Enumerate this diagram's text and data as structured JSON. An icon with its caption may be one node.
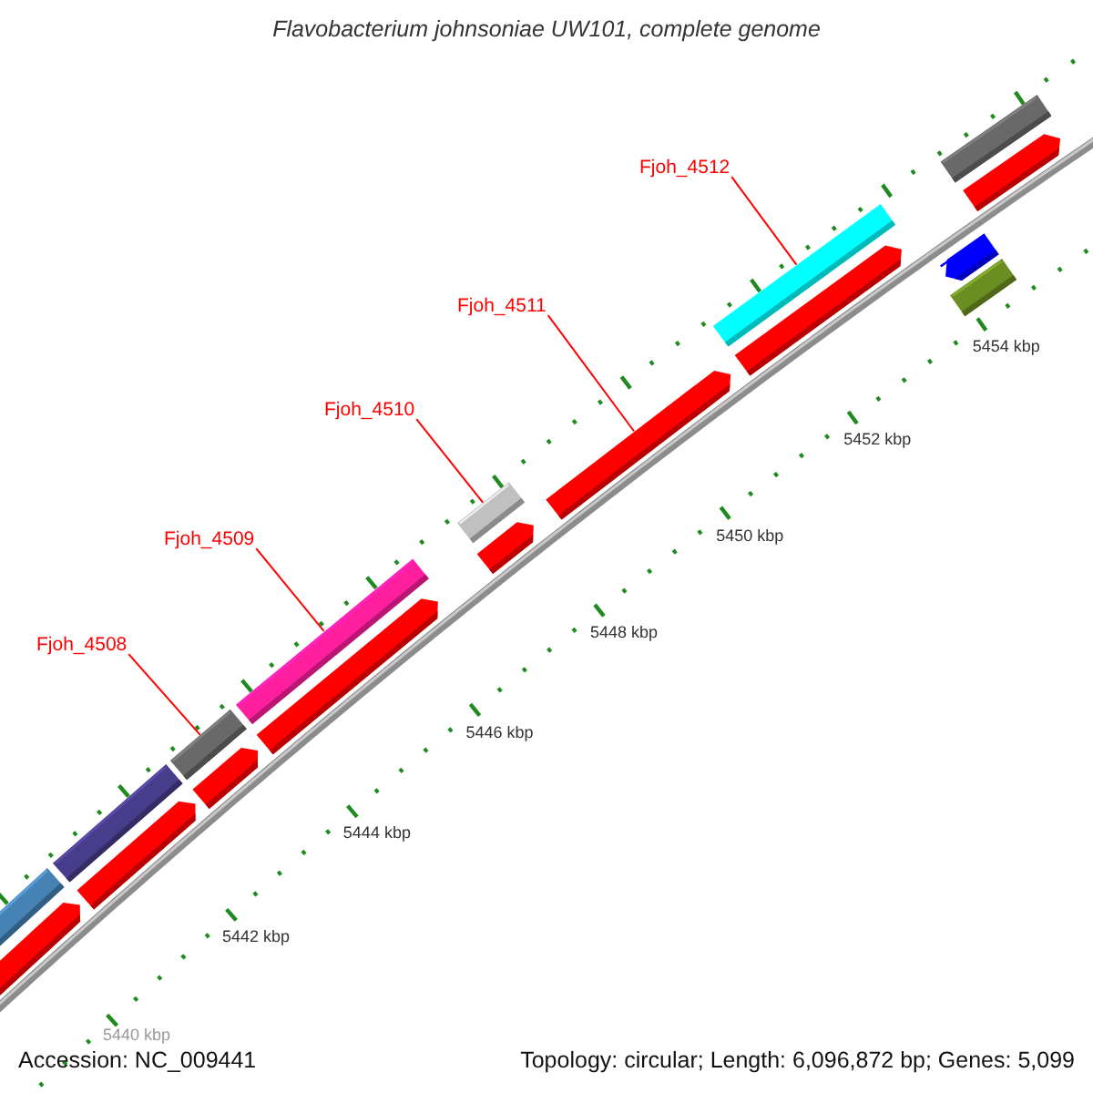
{
  "diagram": {
    "title": "Flavobacterium johnsoniae UW101, complete genome",
    "nodes": [
      {
        "text": [
          "Fjoh_4508"
        ]
      },
      {
        "text": [
          "Fjoh_4509"
        ]
      },
      {
        "text": [
          "Fjoh_4510"
        ]
      },
      {
        "text": [
          "Fjoh_4511"
        ]
      },
      {
        "text": [
          "Fjoh_4512"
        ]
      },
      {
        "text": [],
        "shape": "bar"
      },
      {
        "text": [],
        "shape": "bar"
      },
      {
        "text": [],
        "shape": "bar"
      },
      {
        "text": [],
        "shape": "bar"
      },
      {
        "text": [],
        "shape": "bar"
      }
    ],
    "edges": [
      {
        "from": 0,
        "to": 5,
        "arrow": "none"
      },
      {
        "from": 1,
        "to": 6,
        "arrow": "none"
      },
      {
        "from": 2,
        "to": 7,
        "arrow": "none"
      },
      {
        "from": 3,
        "to": 8,
        "arrow": "none"
      },
      {
        "from": 4,
        "to": 9,
        "arrow": "none"
      }
    ],
    "labels": [
      "5454 kbp",
      "5452 kbp",
      "5450 kbp",
      "5448 kbp",
      "5446 kbp",
      "5444 kbp",
      "5442 kbp",
      "5440 kbp",
      "Accession: NC_009441",
      "Topology: circular; Length: 6,096,872 bp; Genes: 5,099"
    ]
  }
}
